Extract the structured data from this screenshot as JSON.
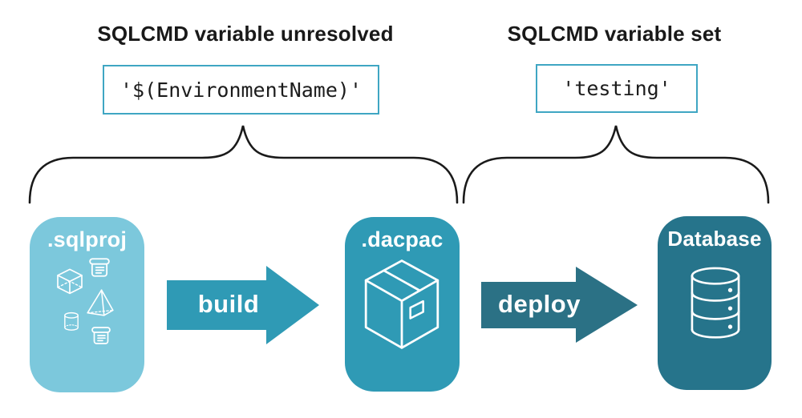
{
  "diagram": {
    "annotations": {
      "left": {
        "title": "SQLCMD variable unresolved",
        "value": "'$(EnvironmentName)'"
      },
      "right": {
        "title": "SQLCMD variable set",
        "value": "'testing'"
      }
    },
    "stages": [
      {
        "id": "sqlproj",
        "label": ".sqlproj",
        "color": "#7cc8dc",
        "icons": [
          "scroll-icon",
          "cube-icon",
          "pyramid-icon",
          "cylinder-icon",
          "scroll-icon"
        ]
      },
      {
        "id": "dacpac",
        "label": ".dacpac",
        "color": "#2f9ab5",
        "icons": [
          "package-icon"
        ]
      },
      {
        "id": "database",
        "label": "Database",
        "color": "#26748b",
        "icons": [
          "database-icon"
        ]
      }
    ],
    "arrows": [
      {
        "label": "build",
        "color": "#2f9ab5"
      },
      {
        "label": "deploy",
        "color": "#2b7185"
      }
    ],
    "colors": {
      "code_box_border": "#3fa6c3",
      "heading_text": "#191919",
      "code_text": "#1c1c1c",
      "brace": "#1a1a1a",
      "background": "#ffffff"
    }
  }
}
